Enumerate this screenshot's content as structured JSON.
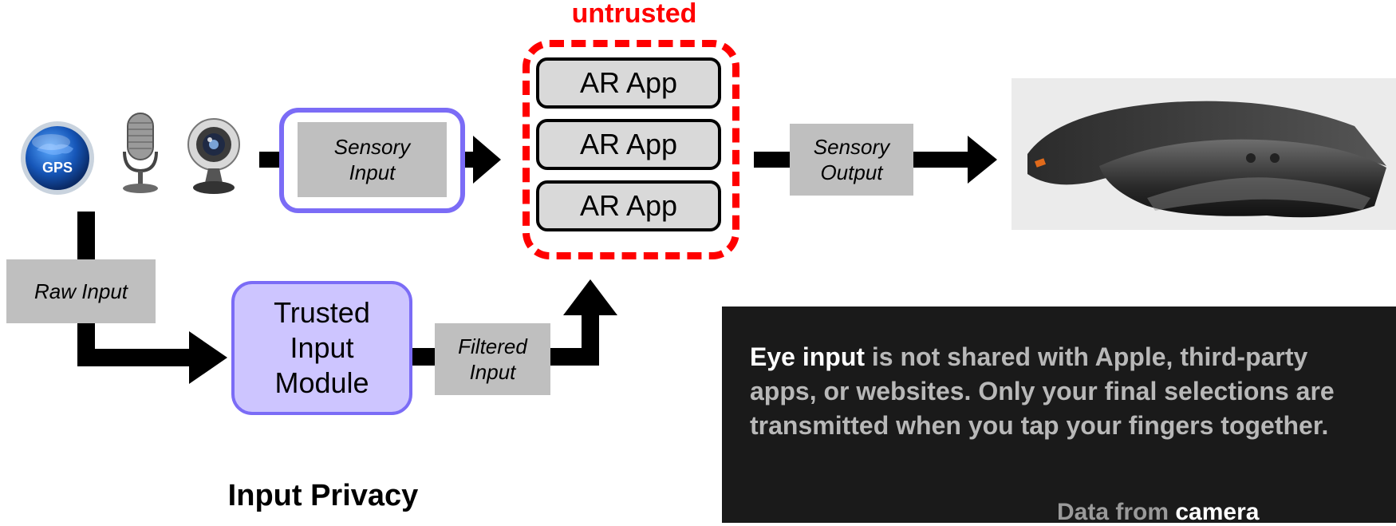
{
  "labels": {
    "untrusted": "untrusted",
    "gps": "GPS",
    "sensory_input": "Sensory\nInput",
    "sensory_output": "Sensory\nOutput",
    "raw_input": "Raw Input",
    "filtered_input": "Filtered\nInput",
    "trusted_module": "Trusted\nInput\nModule",
    "caption": "Input Privacy"
  },
  "apps": [
    "AR App",
    "AR App",
    "AR App"
  ],
  "info_panel": {
    "highlight": "Eye input",
    "text": " is not shared with Apple, third-party apps, or websites. Only your final selections are transmitted when you tap your fingers together.",
    "footer_prefix": "Data from ",
    "footer_highlight": "camera"
  },
  "colors": {
    "untrusted_red": "#ff0000",
    "trusted_purple": "#7b6cf6",
    "trusted_fill": "#cdc5ff",
    "box_gray": "#bfbfbf"
  },
  "icons": [
    "gps-globe-icon",
    "microphone-icon",
    "webcam-icon",
    "ar-headset-icon"
  ]
}
